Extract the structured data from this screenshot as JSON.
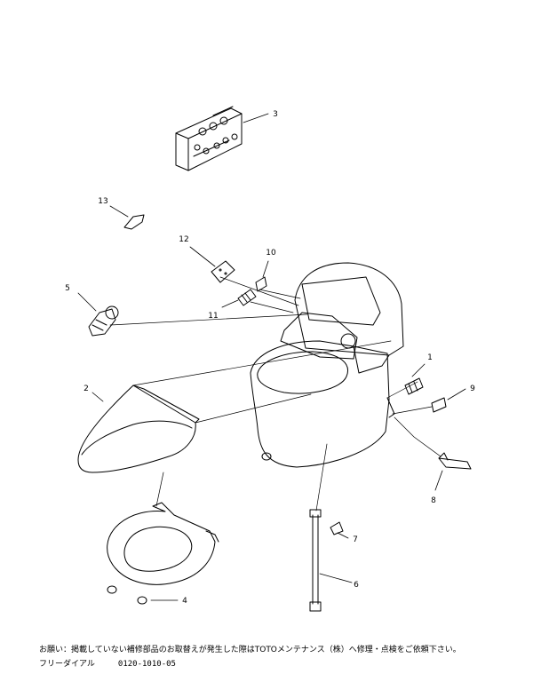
{
  "diagram": {
    "callouts": [
      "1",
      "2",
      "3",
      "4",
      "5",
      "6",
      "7",
      "8",
      "9",
      "10",
      "11",
      "12",
      "13"
    ]
  },
  "footer": {
    "notice": "お願い：掲載していない補修部品のお取替えが発生した際はTOTOメンテナンス（株）へ修理・点検をご依頼下さい。",
    "phone_label": "フリーダイアル",
    "phone_number": "0120-1010-05"
  }
}
